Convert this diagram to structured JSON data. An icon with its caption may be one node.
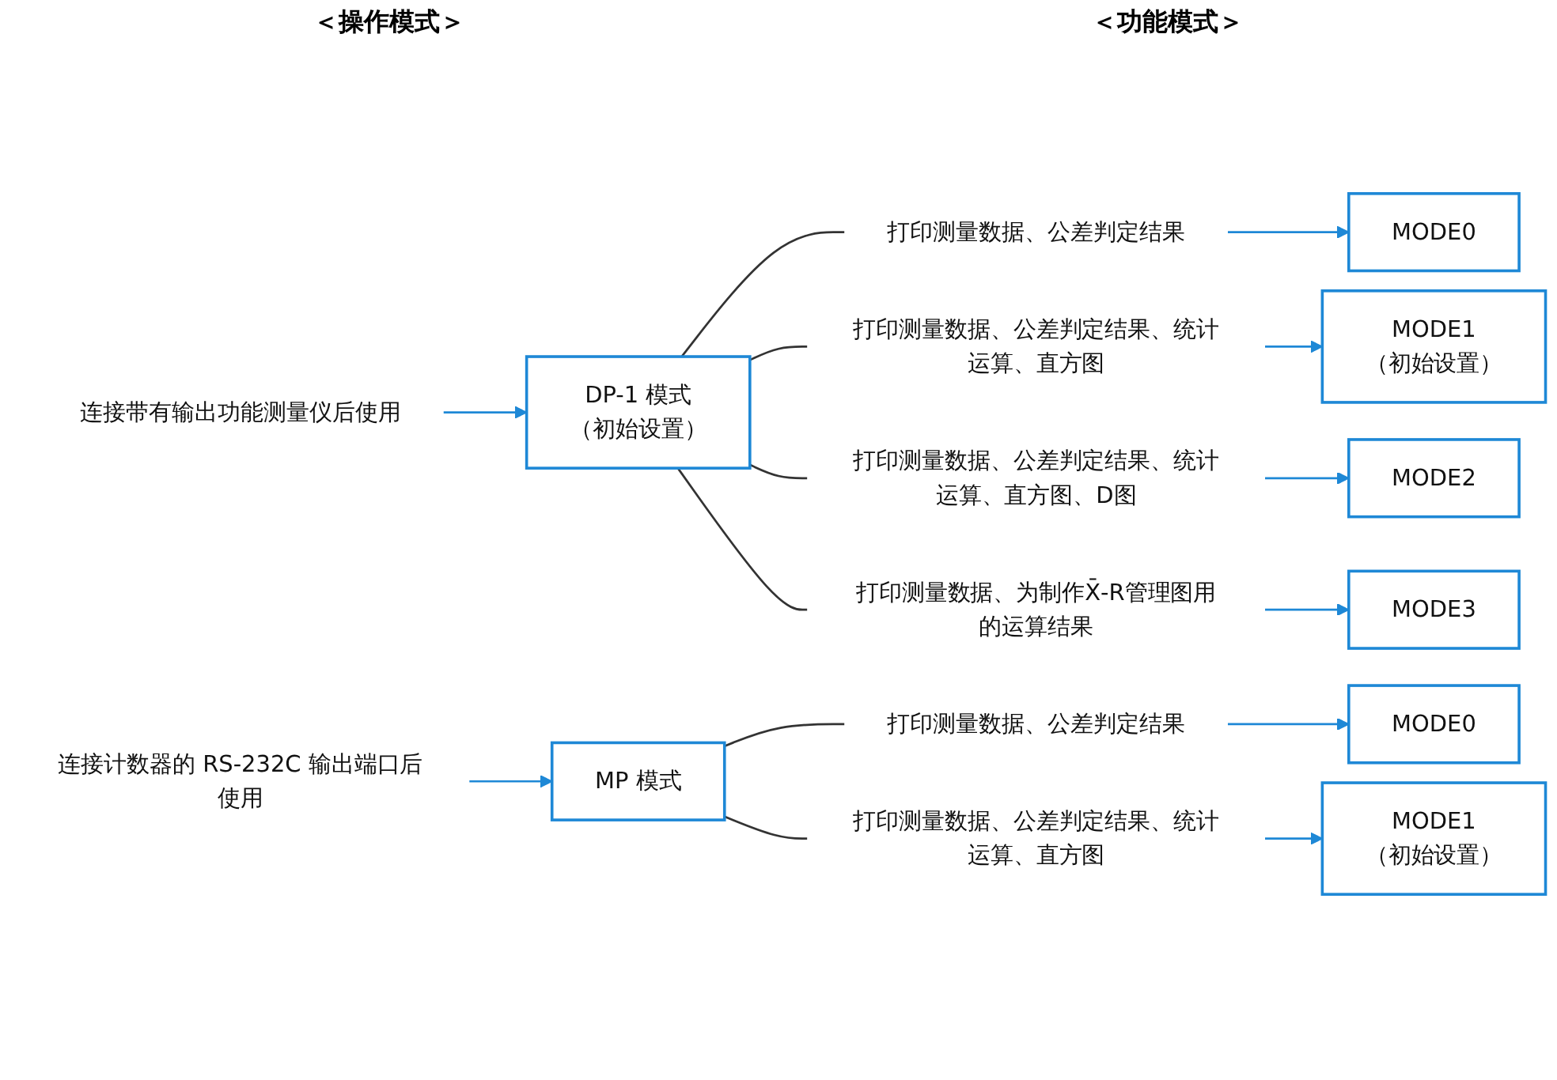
{
  "diagram": {
    "nodes": [
      {
        "text": [
          "连接带有输出功能测量仪后使用"
        ]
      },
      {
        "text": [
          "DP-1 模式",
          "（初始设置）"
        ]
      },
      {
        "text": [
          "打印测量数据、公差判定结果"
        ]
      },
      {
        "text": [
          "MODE0"
        ]
      },
      {
        "text": [
          "打印测量数据、公差判定结果、统计运算、直方图"
        ]
      },
      {
        "text": [
          "MODE1",
          "（初始设置）"
        ]
      },
      {
        "text": [
          "打印测量数据、公差判定结果、统计运算、直方图、D图"
        ]
      },
      {
        "text": [
          "MODE2"
        ]
      },
      {
        "text": [
          "打印测量数据、为制作X̄-R管理图用的运算结果"
        ]
      },
      {
        "text": [
          "MODE3"
        ]
      },
      {
        "text": [
          "连接计数器的 RS-232C 输出端口后使用"
        ]
      },
      {
        "text": [
          "MP 模式"
        ]
      },
      {
        "text": [
          "打印测量数据、公差判定结果"
        ]
      },
      {
        "text": [
          "MODE0"
        ]
      },
      {
        "text": [
          "打印测量数据、公差判定结果、统计运算、直方图"
        ]
      },
      {
        "text": [
          "MODE1",
          "（初始设置）"
        ]
      }
    ],
    "edges": [
      {
        "from": 0,
        "to": 1,
        "arrow": "to"
      },
      {
        "from": 1,
        "to": 2,
        "arrow": "none",
        "color": "#333333"
      },
      {
        "from": 2,
        "to": 3,
        "arrow": "to"
      },
      {
        "from": 1,
        "to": 4,
        "arrow": "none",
        "color": "#333333"
      },
      {
        "from": 4,
        "to": 5,
        "arrow": "to"
      },
      {
        "from": 1,
        "to": 6,
        "arrow": "none",
        "color": "#333333"
      },
      {
        "from": 6,
        "to": 7,
        "arrow": "to"
      },
      {
        "from": 1,
        "to": 8,
        "arrow": "none",
        "color": "#333333"
      },
      {
        "from": 8,
        "to": 9,
        "arrow": "to"
      },
      {
        "from": 10,
        "to": 11,
        "arrow": "to"
      },
      {
        "from": 11,
        "to": 12,
        "arrow": "none",
        "color": "#333333"
      },
      {
        "from": 12,
        "to": 13,
        "arrow": "to"
      },
      {
        "from": 11,
        "to": 14,
        "arrow": "none",
        "color": "#333333"
      },
      {
        "from": 14,
        "to": 15,
        "arrow": "to"
      }
    ],
    "labels": [
      "＜操作模式＞",
      "＜功能模式＞"
    ]
  }
}
